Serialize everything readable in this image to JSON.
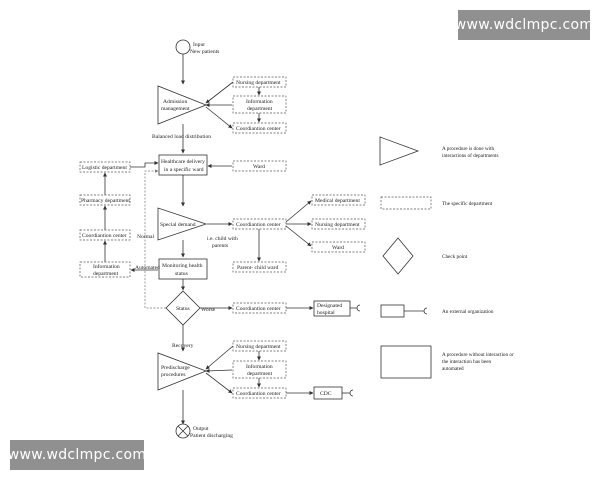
{
  "watermark": "www.wdclmpc.com",
  "flow": {
    "input_label": "Input",
    "input_sub": "New patients",
    "admission_line1": "Admission",
    "admission_line2": "management",
    "admission_nursing": "Nursing department",
    "admission_info1": "Information",
    "admission_info2": "department",
    "admission_coord": "Coordiantion center",
    "balanced": "Balanced load distribution",
    "healthcare_line1": "Healthcare delivery",
    "healthcare_line2": "in a specific ward",
    "ward": "Ward",
    "special_demand": "Special demand",
    "special_coord": "Coordiantion center",
    "special_medical": "Medical department",
    "special_nursing": "Nursing department",
    "special_ward": "Ward",
    "child_note1": "i.e. child with",
    "child_note2": "parents",
    "parent_child_ward": "Parent- child ward",
    "monitoring_line1": "Monitoring health",
    "monitoring_line2": "status",
    "automated": "Automated",
    "normal": "Normal",
    "logistic": "Logistic department",
    "pharmacy": "Pharmacy department",
    "left_coord": "Coordiantion center",
    "left_info1": "Information",
    "left_info2": "department",
    "status": "Status",
    "worse": "Worse",
    "status_coord": "Coordiantion center",
    "designated1": "Designated",
    "designated2": "hospital",
    "recovery": "Recovery",
    "predischarge1": "Predischarge",
    "predischarge2": "procedures",
    "pre_nursing": "Nursing department",
    "pre_info1": "Information",
    "pre_info2": "department",
    "pre_coord": "Coordiantion center",
    "cdc": "CDC",
    "output_label": "Output",
    "output_sub": "Patient discharging"
  },
  "legend": {
    "triangle1": "A procedure is done with",
    "triangle2": "interactions of departments",
    "dashed": "The specific department",
    "diamond": "Check point",
    "external": "An external organization",
    "rect1": "A procedure without interaction or",
    "rect2": "the interaction has been",
    "rect3": "automated"
  }
}
